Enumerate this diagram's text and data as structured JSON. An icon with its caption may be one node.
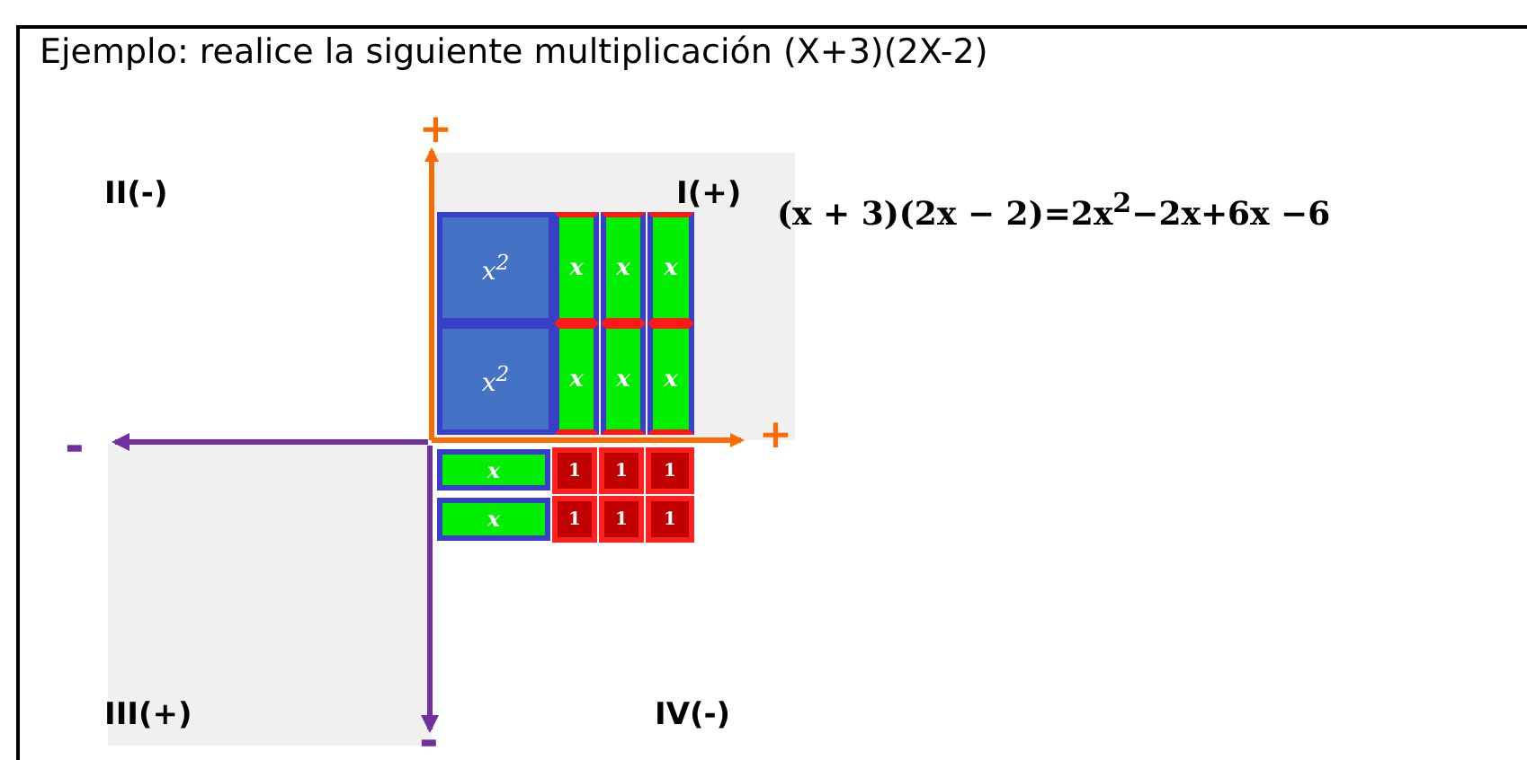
{
  "diagram": {
    "title": "Ejemplo: realice la siguiente multiplicación (X+3)(2X-2)",
    "nodes": [
      {
        "text": [
          "x$^{2}$"
        ]
      },
      {
        "text": [
          "x"
        ]
      },
      {
        "text": [
          "x"
        ]
      },
      {
        "text": [
          "x"
        ]
      },
      {
        "text": [
          "x$^{2}$"
        ]
      },
      {
        "text": [
          "x"
        ]
      },
      {
        "text": [
          "x"
        ]
      },
      {
        "text": [
          "x"
        ]
      },
      {
        "text": [
          "x"
        ]
      },
      {
        "text": [
          "1"
        ]
      },
      {
        "text": [
          "1"
        ]
      },
      {
        "text": [
          "1"
        ]
      },
      {
        "text": [
          "x"
        ]
      },
      {
        "text": [
          "1"
        ]
      },
      {
        "text": [
          "1"
        ]
      },
      {
        "text": [
          "1"
        ]
      }
    ],
    "edges": [],
    "labels": [
      "+",
      "II(-)",
      "I(+)",
      "(x + 3)(2x − 2)=2x$^{2}$−2x+6x −6",
      "-",
      "+",
      "III(+)",
      "-",
      "IV(-)"
    ]
  }
}
